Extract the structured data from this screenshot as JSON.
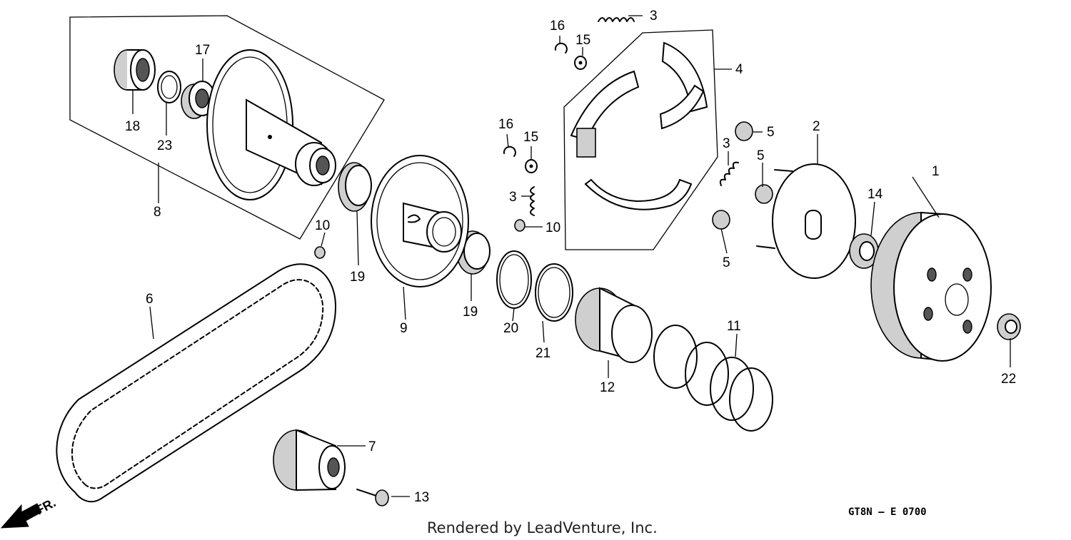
{
  "diagram": {
    "callouts": [
      "1",
      "2",
      "3",
      "3",
      "3",
      "3",
      "4",
      "5",
      "5",
      "5",
      "5",
      "6",
      "7",
      "8",
      "9",
      "10",
      "10",
      "11",
      "12",
      "13",
      "14",
      "15",
      "15",
      "16",
      "16",
      "17",
      "18",
      "19",
      "19",
      "20",
      "21",
      "22",
      "23"
    ],
    "direction_label": "FR.",
    "figure_code": "GT8N – E 0700",
    "credit": "Rendered by LeadVenture, Inc."
  }
}
